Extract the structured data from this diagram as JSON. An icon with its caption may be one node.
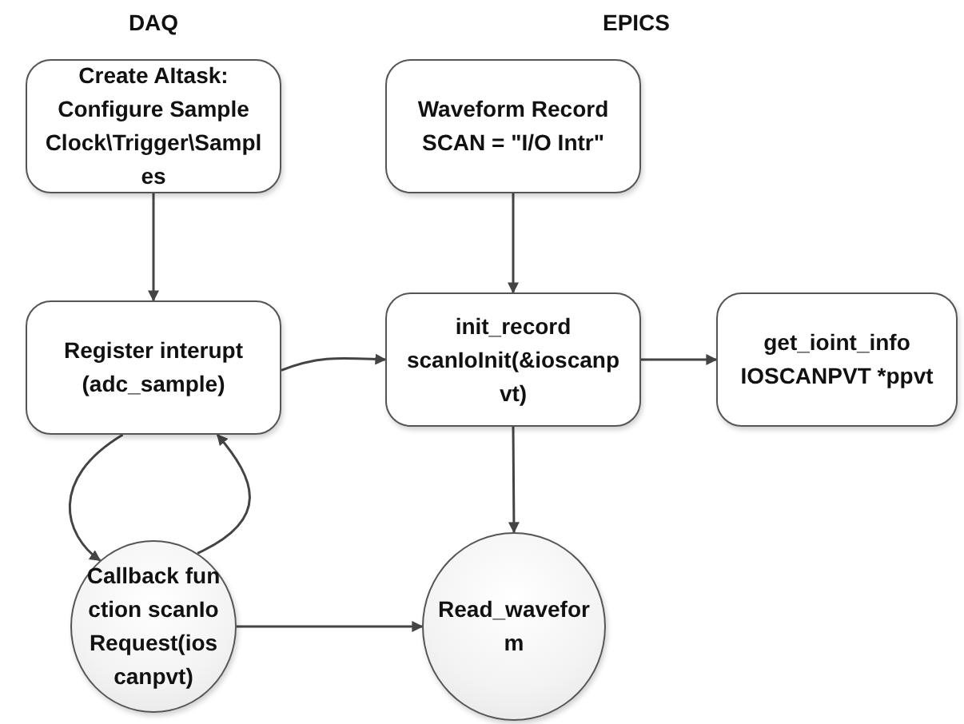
{
  "diagram": {
    "nodes": [
      {
        "text": [
          "Create AItask: Configure Sample Clock\\Trigger\\Samples"
        ]
      },
      {
        "text": [
          "Waveform Record SCAN = \"I/O Intr\""
        ]
      },
      {
        "text": [
          "Register interupt (adc_sample)"
        ]
      },
      {
        "text": [
          "init_record scanIoInit(&ioscanpvt)"
        ]
      },
      {
        "text": [
          "get_ioint_info IOSCANPVT *ppvt"
        ]
      },
      {
        "text": [
          "Callback function scanIoRequest(ioscanpvt)"
        ]
      },
      {
        "text": [
          "Read_waveform"
        ]
      }
    ],
    "edges": [
      {
        "from": 0,
        "to": 2,
        "arrow": "to"
      },
      {
        "from": 1,
        "to": 3,
        "arrow": "to"
      },
      {
        "from": 2,
        "to": 3,
        "arrow": "to"
      },
      {
        "from": 3,
        "to": 4,
        "arrow": "to"
      },
      {
        "from": 3,
        "to": 6,
        "arrow": "to"
      },
      {
        "from": 2,
        "to": 5,
        "arrow": "to"
      },
      {
        "from": 5,
        "to": 2,
        "arrow": "to"
      },
      {
        "from": 5,
        "to": 6,
        "arrow": "to"
      }
    ],
    "labels": [
      "DAQ",
      "EPICS"
    ]
  }
}
